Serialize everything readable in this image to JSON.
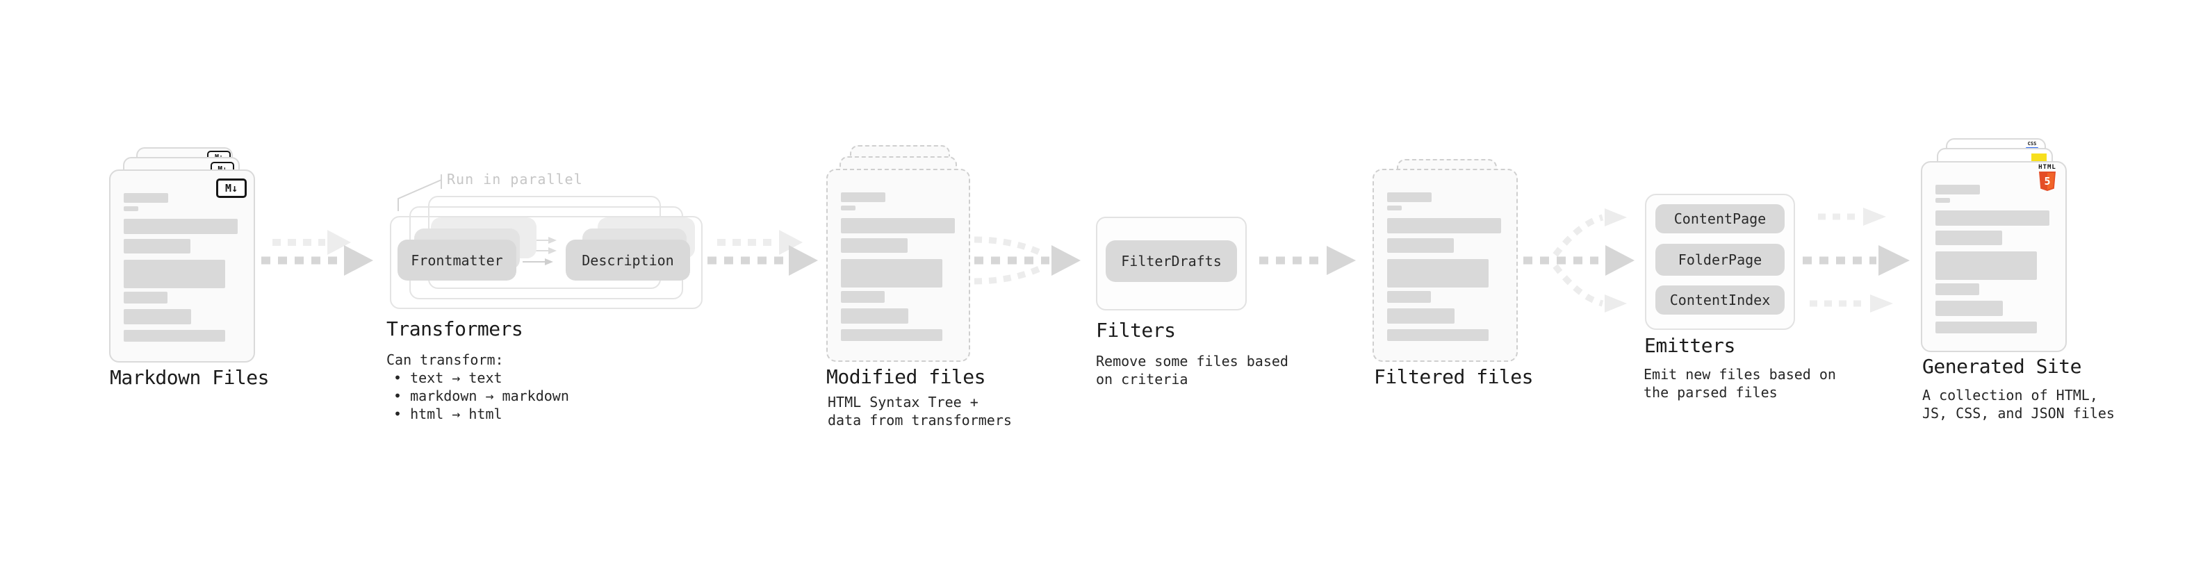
{
  "markdown_files": {
    "title": "Markdown Files",
    "badge": "M↓"
  },
  "transformers": {
    "title": "Transformers",
    "annotation": "Run in parallel",
    "node_left": "Frontmatter",
    "node_right": "Description",
    "desc_heading": "Can transform:",
    "bullets": [
      "• text → text",
      "• markdown → markdown",
      "• html → html"
    ]
  },
  "modified_files": {
    "title": "Modified files",
    "desc_lines": [
      "HTML Syntax Tree +",
      "data from transformers"
    ]
  },
  "filters": {
    "title": "Filters",
    "node": "FilterDrafts",
    "desc_lines": [
      "Remove some files based",
      "on criteria"
    ]
  },
  "filtered_files": {
    "title": "Filtered files"
  },
  "emitters": {
    "title": "Emitters",
    "nodes": [
      "ContentPage",
      "FolderPage",
      "ContentIndex"
    ],
    "desc_lines": [
      "Emit new files based on",
      "the parsed files"
    ]
  },
  "generated_site": {
    "title": "Generated Site",
    "badge_css": "CSS",
    "badge_html_text": "HTML",
    "badge_html_number": "5",
    "desc_lines": [
      "A collection of HTML,",
      "JS, CSS, and JSON files"
    ]
  },
  "colors": {
    "arrow": "#d6d6d6",
    "arrow_light": "#ededed",
    "node_fill": "#d9d9d9",
    "html5_orange": "#e44d26",
    "js_yellow": "#f7df1e",
    "css_blue": "#2965f1"
  }
}
